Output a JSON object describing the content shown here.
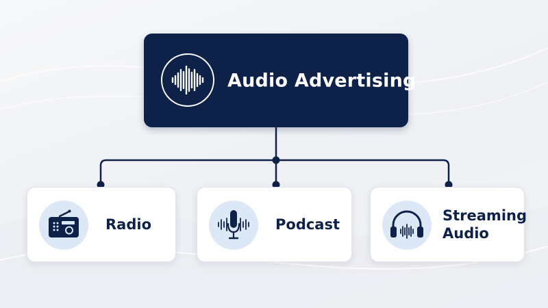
{
  "root": {
    "title": "Audio Advertising",
    "icon": "soundwave-icon"
  },
  "children": [
    {
      "label_lines": [
        "Radio"
      ],
      "icon": "radio-icon"
    },
    {
      "label_lines": [
        "Podcast"
      ],
      "icon": "microphone-icon"
    },
    {
      "label_lines": [
        "Streaming",
        "Audio"
      ],
      "icon": "headphones-icon"
    }
  ],
  "colors": {
    "primary": "#0e2149",
    "icon_circle": "#dde8f6",
    "node_background": "#ffffff",
    "page_background": "#f2f3f6"
  }
}
